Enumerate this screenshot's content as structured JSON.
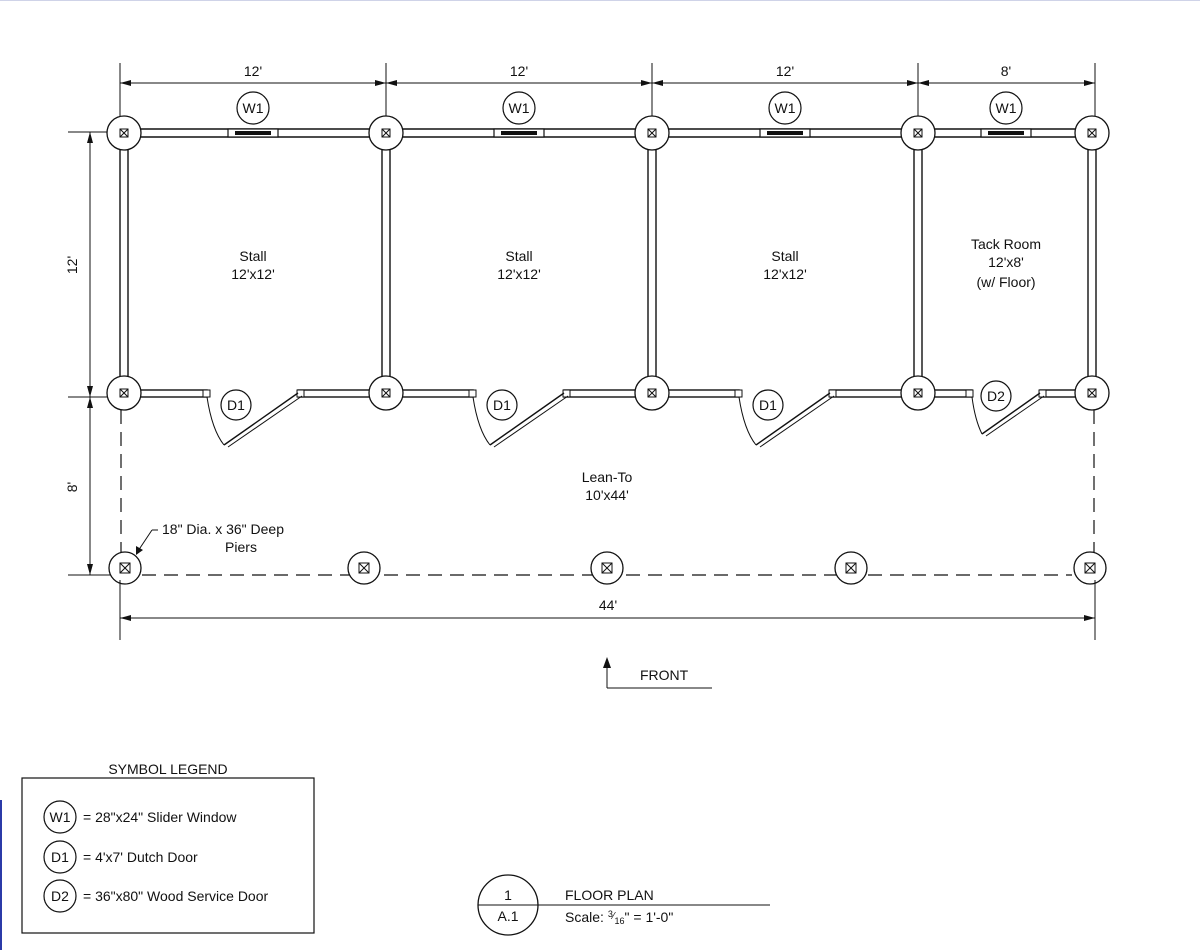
{
  "dimensions": {
    "top": [
      "12'",
      "12'",
      "12'",
      "8'"
    ],
    "left_upper": "12'",
    "left_lower": "8'",
    "overall": "44'"
  },
  "window_tag": "W1",
  "rooms": [
    {
      "name": "Stall",
      "size": "12'x12'"
    },
    {
      "name": "Stall",
      "size": "12'x12'"
    },
    {
      "name": "Stall",
      "size": "12'x12'"
    },
    {
      "name": "Tack Room",
      "size": "12'x8'",
      "note": "(w/ Floor)"
    }
  ],
  "doors": [
    "D1",
    "D1",
    "D1",
    "D2"
  ],
  "lean_to": {
    "name": "Lean-To",
    "size": "10'x44'"
  },
  "pier_note": {
    "line1": "18\" Dia. x 36\" Deep",
    "line2": "Piers"
  },
  "front_label": "FRONT",
  "legend": {
    "title": "SYMBOL LEGEND",
    "items": [
      {
        "tag": "W1",
        "text": "= 28\"x24\" Slider Window"
      },
      {
        "tag": "D1",
        "text": "= 4'x7' Dutch Door"
      },
      {
        "tag": "D2",
        "text": "= 36\"x80\" Wood Service Door"
      }
    ]
  },
  "title_block": {
    "number": "1",
    "sheet": "A.1",
    "title": "FLOOR PLAN",
    "scale_prefix": "Scale: ",
    "scale_num": "3",
    "scale_den": "16",
    "scale_suffix": "\" = 1'-0\""
  }
}
